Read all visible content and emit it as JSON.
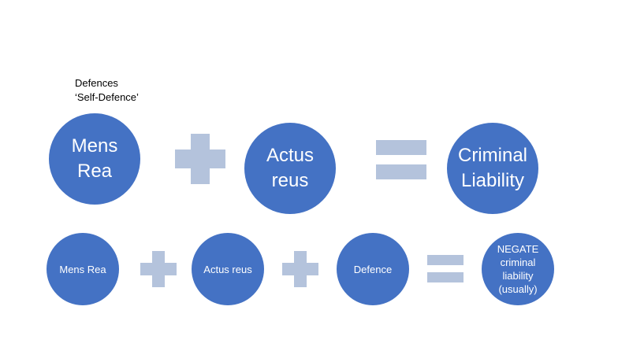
{
  "colors": {
    "circle": "#4472c4",
    "operator": "#b4c3dc",
    "circle_text": "#ffffff",
    "heading_text": "#000000"
  },
  "heading": {
    "line1": "Defences",
    "line2": "‘Self-Defence’"
  },
  "row1": {
    "mens_rea": [
      "Mens",
      "Rea"
    ],
    "actus_reus": [
      "Actus",
      "reus"
    ],
    "criminal_liability": [
      "Criminal",
      "Liability"
    ]
  },
  "row2": {
    "mens_rea": "Mens Rea",
    "actus_reus": "Actus reus",
    "defence": "Defence",
    "result": [
      "NEGATE",
      "criminal",
      "liability",
      "(usually)"
    ]
  }
}
